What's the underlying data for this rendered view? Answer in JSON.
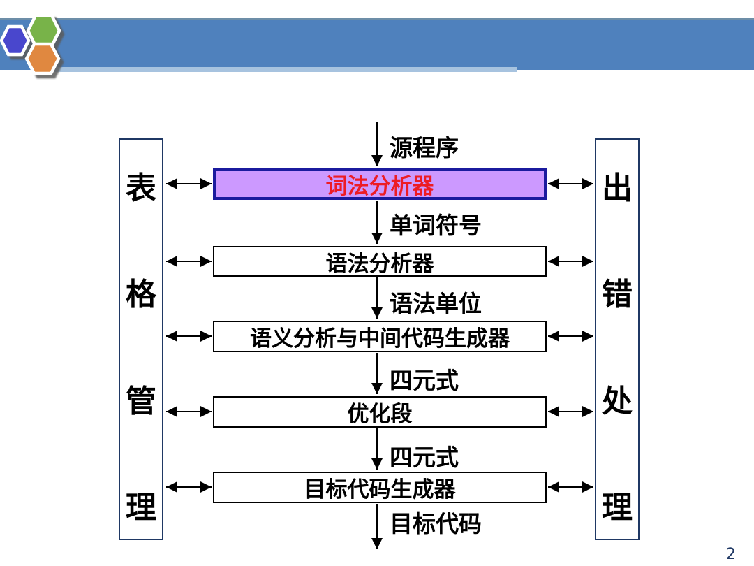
{
  "slide": {
    "page_number": "2"
  },
  "logo": {
    "colors": {
      "blue": "#4847cd",
      "green": "#78b34a",
      "orange": "#e0883f"
    }
  },
  "header": {
    "banner_color": "#4f81bd",
    "banner_strip_color": "#a7c3df"
  },
  "diagram": {
    "left_panel": {
      "label": "表格管理",
      "chars": [
        "表",
        "格",
        "管",
        "理"
      ]
    },
    "right_panel": {
      "label": "出错处理",
      "chars": [
        "出",
        "错",
        "处",
        "理"
      ]
    },
    "boxes": [
      {
        "label": "词法分析器",
        "highlighted": true
      },
      {
        "label": "语法分析器",
        "highlighted": false
      },
      {
        "label": "语义分析与中间代码生成器",
        "highlighted": false
      },
      {
        "label": "优化段",
        "highlighted": false
      },
      {
        "label": "目标代码生成器",
        "highlighted": false
      }
    ],
    "flow_labels": [
      "源程序",
      "单词符号",
      "语法单位",
      "四元式",
      "四元式",
      "目标代码"
    ],
    "colors": {
      "highlight_fill": "#cc99ff",
      "highlight_border": "#1b1b9e",
      "highlight_text": "#ed1c24",
      "panel_border": "#1f3864",
      "arrow": "#000000"
    }
  }
}
